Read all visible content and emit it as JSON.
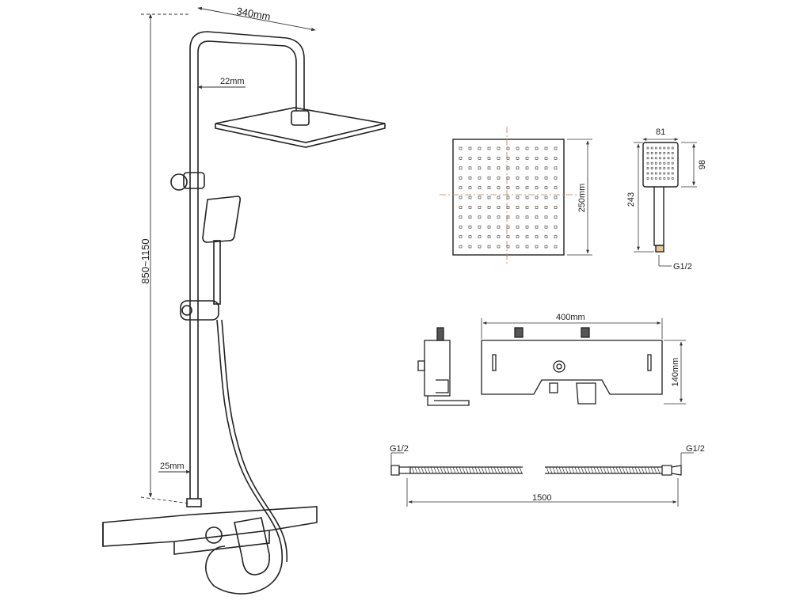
{
  "dimensions": {
    "arm_length": "340mm",
    "pipe_diameter": "22mm",
    "lower_pipe_diameter": "25mm",
    "height_range": "850~1150",
    "head_size": "250mm",
    "hand_width": "81",
    "hand_head_height": "98",
    "hand_length": "243",
    "hand_thread": "G1/2",
    "shelf_width": "400mm",
    "shelf_height": "140mm",
    "hose_left_thread": "G1/2",
    "hose_right_thread": "G1/2",
    "hose_length": "1500"
  }
}
